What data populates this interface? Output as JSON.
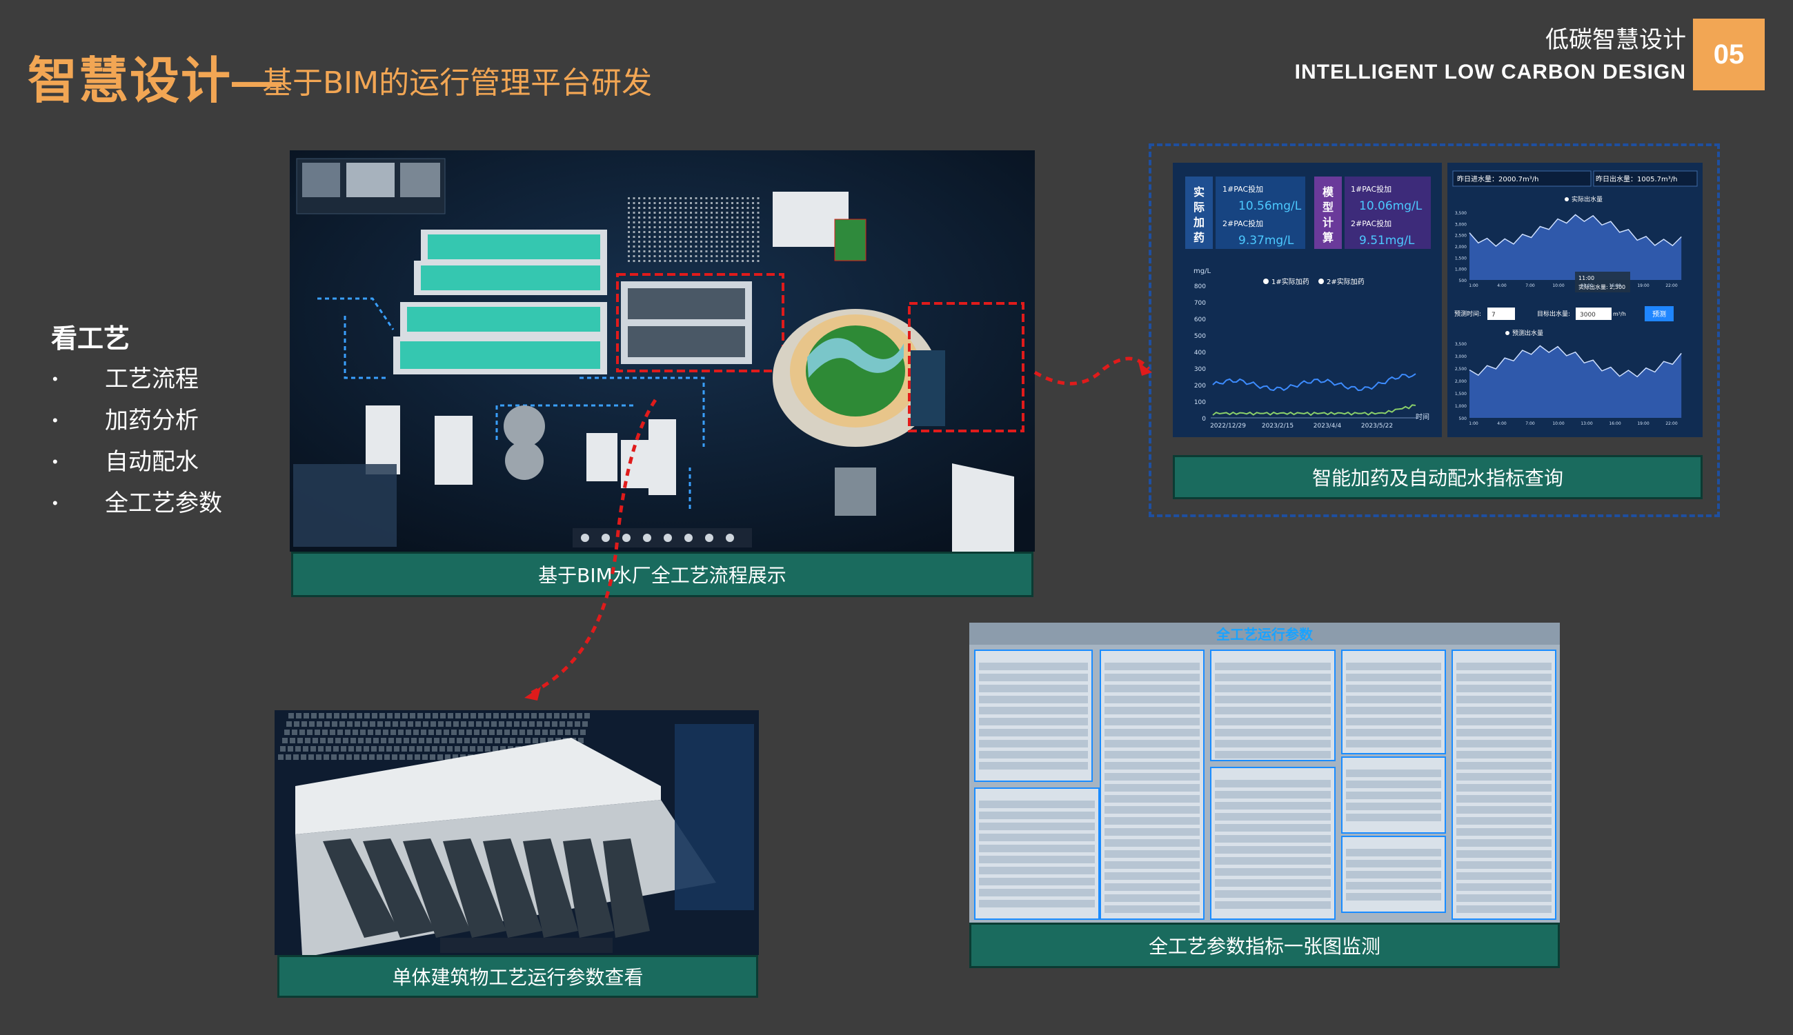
{
  "header": {
    "title_main": "智慧设计—",
    "title_sub": "基于BIM的运行管理平台研发",
    "tag_cn": "低碳智慧设计",
    "tag_en": "INTELLIGENT  LOW CARBON  DESIGN",
    "page_number": "05"
  },
  "left": {
    "section_title": "看工艺",
    "bullets": [
      "工艺流程",
      "加药分析",
      "自动配水",
      "全工艺参数"
    ]
  },
  "captions": {
    "bim_flow": "基于BIM水厂全工艺流程展示",
    "dosing_query": "智能加药及自动配水指标查询",
    "building_params": "单体建筑物工艺运行参数查看",
    "params_monitor": "全工艺参数指标一张图监测"
  },
  "dosing": {
    "actual_label": "实际加药",
    "model_label": "模型计算",
    "pac1_label": "1#PAC投加",
    "pac2_label": "2#PAC投加",
    "actual_pac1": "10.56mg/L",
    "actual_pac2": "9.37mg/L",
    "model_pac1": "10.06mg/L",
    "model_pac2": "9.51mg/L",
    "unit": "mg/L",
    "legend": [
      "1#实际加药",
      "2#实际加药"
    ],
    "x_ticks": [
      "2022/12/29",
      "2023/2/15",
      "2023/4/4",
      "2023/5/22"
    ],
    "x_label": "时间",
    "y_ticks": [
      "800",
      "700",
      "600",
      "500",
      "400",
      "300",
      "200",
      "100",
      "0"
    ]
  },
  "water_supply": {
    "yesterday_in": "昨日进水量：2000.7m³/h",
    "yesterday_out": "昨日出水量：1005.7m³/h",
    "legend1": "实际出水量",
    "tooltip_time": "11:00",
    "tooltip_value": "实际出水量: 2,300",
    "predict_label": "预测时间:",
    "predict_value": "7",
    "target_label": "目标出水量:",
    "target_value": "3000",
    "target_unit": "m³/h",
    "predict_button": "预测",
    "legend2": "预测出水量",
    "y_ticks": [
      "3,500",
      "3,000",
      "2,500",
      "2,000",
      "1,500",
      "1,000",
      "500"
    ],
    "x_ticks": [
      "1:00",
      "4:00",
      "7:00",
      "10:00",
      "13:00",
      "16:00",
      "19:00",
      "22:00"
    ]
  },
  "monitor": {
    "title": "全工艺运行参数"
  },
  "colors": {
    "accent": "#f2a654",
    "caption_bg": "#1a6b5e",
    "highlight": "#e01b1b",
    "frame": "#1e4fa0"
  }
}
